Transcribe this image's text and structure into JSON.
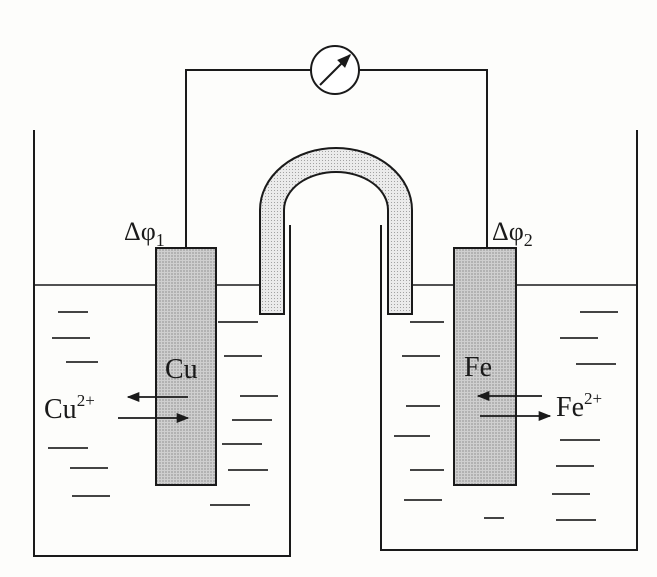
{
  "labels": {
    "phi1": "Δφ",
    "phi1_sub": "1",
    "phi2": "Δφ",
    "phi2_sub": "2",
    "cu_electrode": "Cu",
    "fe_electrode": "Fe",
    "cu_ion": "Cu",
    "cu_ion_charge": "2+",
    "fe_ion": "Fe",
    "fe_ion_charge": "2+"
  },
  "icons": {
    "meter": "galvanometer-icon",
    "salt_bridge": "salt-bridge-icon"
  },
  "colors": {
    "line": "#1a1a1a",
    "electrode_fill": "#c8c8c8",
    "bridge_fill": "#e2e2e2"
  }
}
